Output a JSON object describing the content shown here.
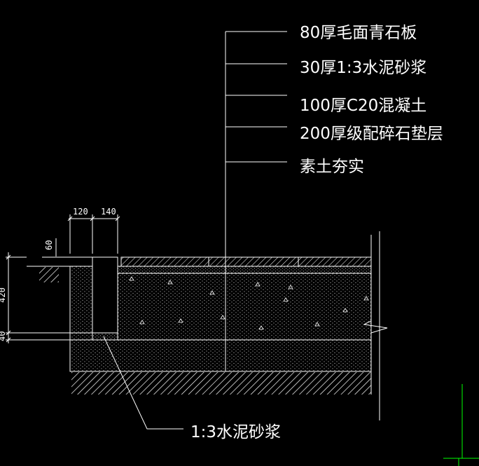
{
  "drawing": {
    "layers": [
      {
        "id": "L1",
        "text": "80厚毛面青石板"
      },
      {
        "id": "L2",
        "text": "30厚1:3水泥砂浆"
      },
      {
        "id": "L3",
        "text": "100厚C20混凝土"
      },
      {
        "id": "L4",
        "text": "200厚级配碎石垫层"
      },
      {
        "id": "L5",
        "text": "素土夯实"
      }
    ],
    "mortar_note": "1:3水泥砂浆",
    "dimensions": {
      "curb_width": "120",
      "gap_width": "140",
      "curb_rise": "60",
      "depth_main": "420",
      "depth_base": "40"
    }
  },
  "colors": {
    "background": "#000000",
    "linework": "#ffffff",
    "ucs_icon": "#00ff00"
  }
}
